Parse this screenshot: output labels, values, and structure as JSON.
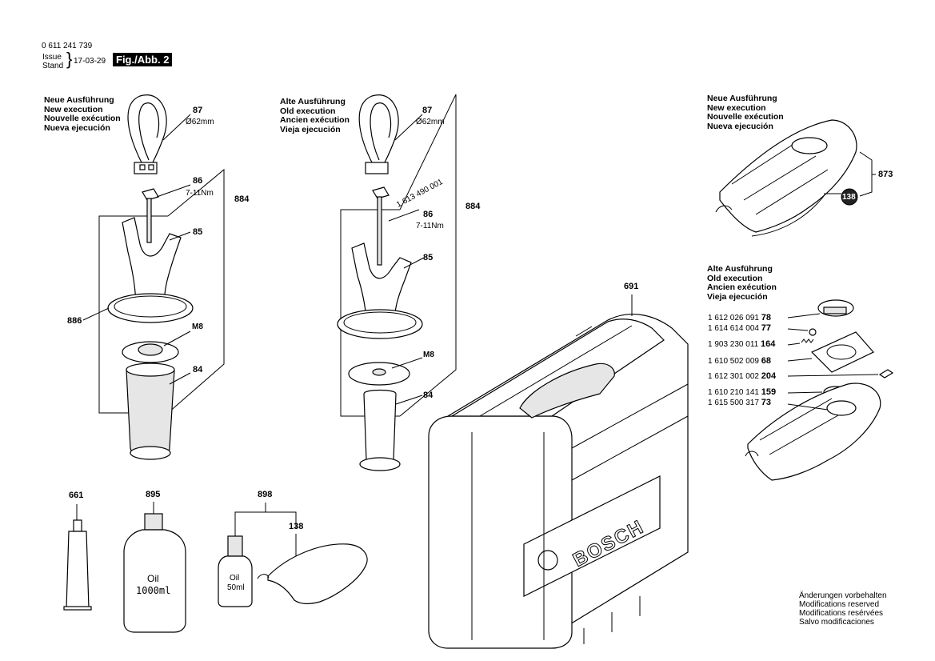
{
  "header": {
    "part_number": "0 611 241 739",
    "issue_label": "Issue",
    "stand_label": "Stand",
    "date": "17-03-29",
    "figure_label": "Fig./Abb. 2"
  },
  "headings": {
    "new_execution": [
      "Neue Ausführung",
      "New execution",
      "Nouvelle exécution",
      "Nueva ejecución"
    ],
    "old_execution": [
      "Alte Ausführung",
      "Old execution",
      "Ancien exécution",
      "Vieja ejecución"
    ]
  },
  "labels": {
    "l87": "87",
    "l87_dim": "Ø62mm",
    "l86": "86",
    "l86_torque": "7-11Nm",
    "l884": "884",
    "l85": "85",
    "l886": "886",
    "lM8": "M8",
    "l84": "84",
    "m87": "87",
    "m87_dim": "Ø62mm",
    "m_pn": "1 613 490 001",
    "m86": "86",
    "m86_torque": "7-11Nm",
    "m884": "884",
    "m85": "85",
    "mM8": "M8",
    "m84": "84",
    "r873": "873",
    "r138": "138",
    "c691": "691",
    "b661": "661",
    "b895": "895",
    "b898": "898",
    "b138": "138",
    "oil_big": "Oil",
    "oil_big_vol": "1000ml",
    "oil_small": "Oil",
    "oil_small_vol": "50ml",
    "brand": "BOSCH"
  },
  "old_parts": [
    {
      "pn": "1 612 026 091",
      "ref": "78"
    },
    {
      "pn": "1 614 614 004",
      "ref": "77"
    },
    {
      "pn": "1 903 230 011",
      "ref": "164"
    },
    {
      "pn": "1 610 502 009",
      "ref": "68"
    },
    {
      "pn": "1 612 301 002",
      "ref": "204"
    },
    {
      "pn": "1 610 210 141",
      "ref": "159"
    },
    {
      "pn": "1 615 500 317",
      "ref": "73"
    }
  ],
  "footer": [
    "Änderungen vorbehalten",
    "Modifications reserved",
    "Modifications resérvées",
    "Salvo modificaciones"
  ]
}
